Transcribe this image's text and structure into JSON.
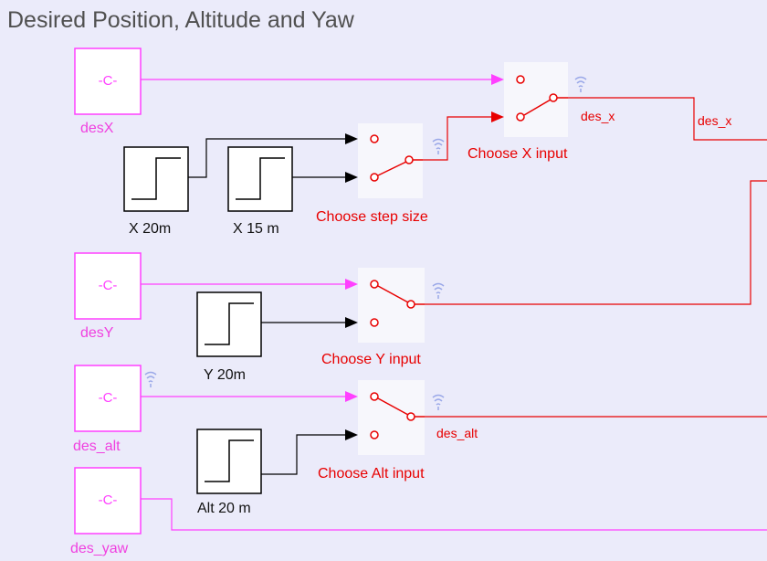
{
  "title": "Desired Position, Altitude and Yaw",
  "colors": {
    "background": "#ebebfa",
    "constant": "#ff40ff",
    "constant_label": "#f040e0",
    "signal_red": "#e80000",
    "signal_black": "#000000",
    "switch_bg": "#f7f7fc",
    "wireless_icon": "#9aa8e8"
  },
  "constants": {
    "desX": {
      "symbol": "-C-",
      "label": "desX"
    },
    "desY": {
      "symbol": "-C-",
      "label": "desY"
    },
    "des_alt": {
      "symbol": "-C-",
      "label": "des_alt"
    },
    "des_yaw": {
      "symbol": "-C-",
      "label": "des_yaw"
    }
  },
  "steps": {
    "x20": {
      "label": "X 20m"
    },
    "x15": {
      "label": "X 15 m"
    },
    "y20": {
      "label": "Y 20m"
    },
    "alt20": {
      "label": "Alt 20 m"
    }
  },
  "switches": {
    "choose_x": {
      "label": "Choose X input",
      "signal": "des_x"
    },
    "choose_step": {
      "label": "Choose step size"
    },
    "choose_y": {
      "label": "Choose Y input"
    },
    "choose_alt": {
      "label": "Choose Alt input",
      "signal": "des_alt"
    }
  },
  "signals": {
    "des_x_out": "des_x"
  },
  "icons": {
    "switch_status": "wireless-icon",
    "constant_status": "wireless-icon",
    "switch_glyph": "manual-switch-icon",
    "step_glyph": "step-function-icon"
  }
}
